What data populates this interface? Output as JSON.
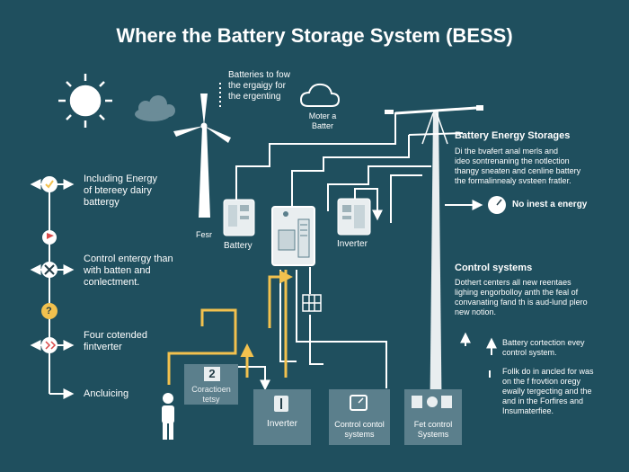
{
  "title": "Where the Battery Storage System (BESS)",
  "top_note": "Batteries to fow\nthe ergaigy for\nthe ergenting",
  "cloud_note": "Moter a\nBatter",
  "left_labels": [
    "Including Energy\nof btereey dairy\nbattergy",
    "Control entergy than\nwith batten and\nconlectment.",
    "Four cotended\nfintverter",
    "Ancluicing"
  ],
  "left_question_mark": "?",
  "wind_label": "Fesr",
  "battery_label": "Battery",
  "inverter_label": "Inverter",
  "right_heading": "Battery Energy Storages",
  "right_desc": "Di the bvafert anal merls and\nideo sontrenaning the notlection\nthangy sneaten and cenline battery\nthe formalinnealy svsteen fratler.",
  "gauge_label": "No inest a energy",
  "control_heading": "Control systems",
  "control_desc": "Dothert centers all new reentaes\nlighing engorbolloy anth the feal of\nconvanating fand th is aud-lund plero\nnew notion.",
  "right_bullets": [
    "Battery cortection evey\ncontrol system.",
    "Follk do in ancled for was\non the f frovtion oregy\newally tergecting and the\nand in the Forfires and\nInsumaterfiee."
  ],
  "connection_box": {
    "number": "2",
    "label": "Coractioen\ntetsy"
  },
  "bottom_boxes": [
    "Inverter",
    "Control contol\nsystems",
    "Fet control\nSystems"
  ],
  "colors": {
    "background": "#1f4f5e",
    "accent": "#f2c14e",
    "line": "#ffffff",
    "box": "#5b7f8c"
  }
}
